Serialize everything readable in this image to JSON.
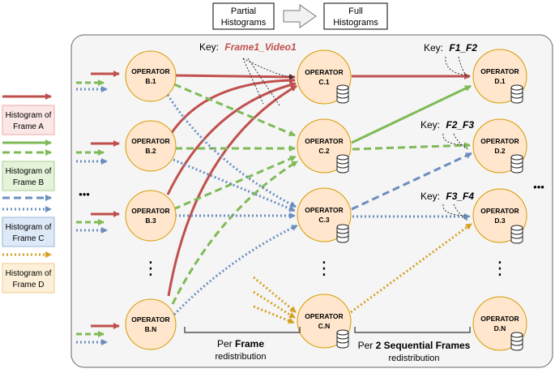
{
  "header": {
    "partial_label": [
      "Partial",
      "Histograms"
    ],
    "full_label": [
      "Full",
      "Histograms"
    ]
  },
  "legend": [
    {
      "label": [
        "Histogram of",
        "Frame A"
      ],
      "color": "#c0504d",
      "bg": "#fbe7e6",
      "border": "#f0a8a6"
    },
    {
      "label": [
        "Histogram of",
        "Frame B"
      ],
      "color": "#7fba57",
      "bg": "#e4f3da",
      "border": "#a9d18e"
    },
    {
      "label": [
        "Histogram of",
        "Frame C"
      ],
      "color": "#6c8ebf",
      "bg": "#dde9f7",
      "border": "#9cb6dd"
    },
    {
      "label": [
        "Histogram of",
        "Frame D"
      ],
      "color": "#d6a022",
      "bg": "#fdf0d8",
      "border": "#f2c988"
    }
  ],
  "operators": {
    "word": "OPERATOR",
    "b": [
      "B.1",
      "B.2",
      "B.3",
      "B.N"
    ],
    "c": [
      "C.1",
      "C.2",
      "C.3",
      "C.N"
    ],
    "d": [
      "D.1",
      "D.2",
      "D.3",
      "D.N"
    ]
  },
  "keys": {
    "prefix": "Key:",
    "frame_video": "Frame1_Video1",
    "f1f2": "F1_F2",
    "f2f3": "F2_F3",
    "f3f4": "F3_F4"
  },
  "braces": {
    "per_frame": {
      "prefix": "Per ",
      "bold": "Frame",
      "line2": "redistribution"
    },
    "per_sequential": {
      "prefix": "Per ",
      "bold": "2 Sequential Frames",
      "line2": "redistribution"
    }
  },
  "ellipsis": "•••",
  "vdots": "⋮",
  "colors": {
    "node_fill": "#ffe6cc",
    "node_stroke": "#d79b00",
    "panel_bg": "#f5f5f5",
    "key_red": "#c0504d"
  }
}
